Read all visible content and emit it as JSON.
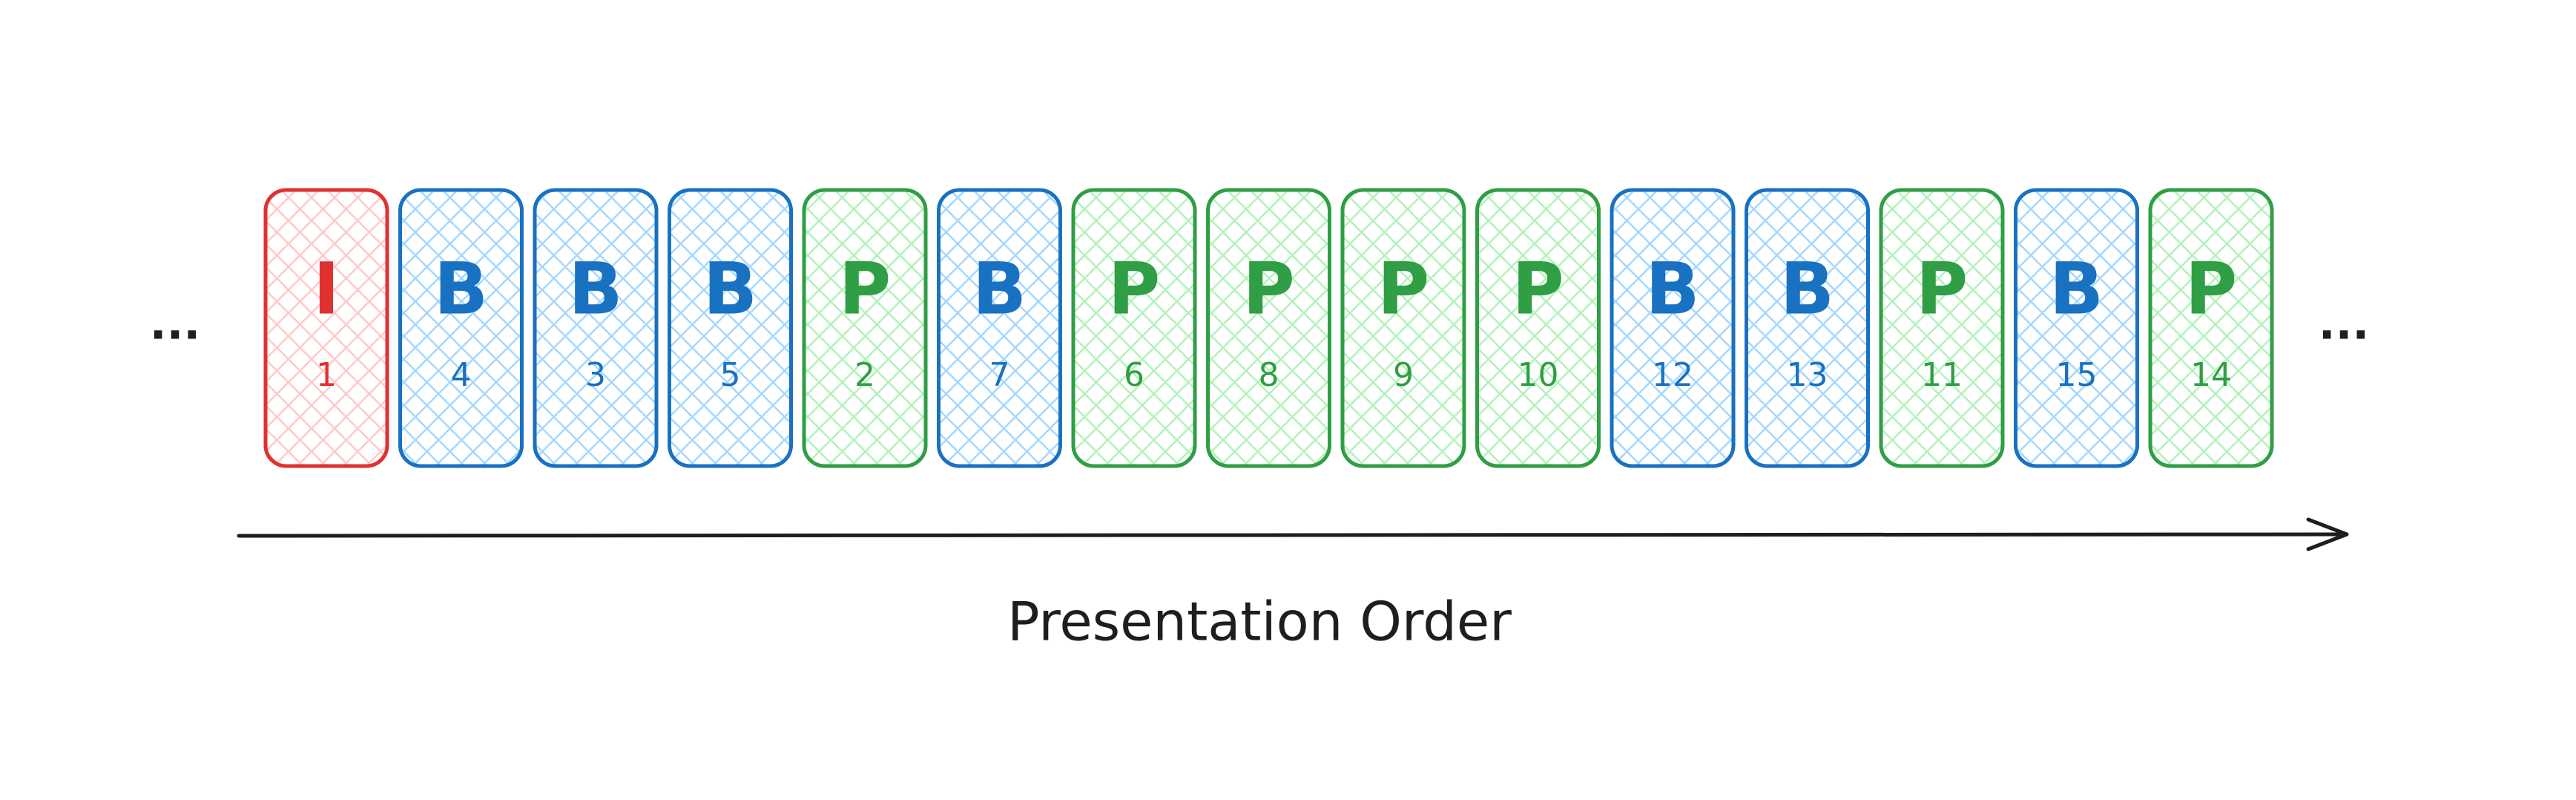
{
  "diagram": {
    "frames": [
      {
        "type": "I",
        "number": "1"
      },
      {
        "type": "B",
        "number": "4"
      },
      {
        "type": "B",
        "number": "3"
      },
      {
        "type": "B",
        "number": "5"
      },
      {
        "type": "P",
        "number": "2"
      },
      {
        "type": "B",
        "number": "7"
      },
      {
        "type": "P",
        "number": "6"
      },
      {
        "type": "P",
        "number": "8"
      },
      {
        "type": "P",
        "number": "9"
      },
      {
        "type": "P",
        "number": "10"
      },
      {
        "type": "B",
        "number": "12"
      },
      {
        "type": "B",
        "number": "13"
      },
      {
        "type": "P",
        "number": "11"
      },
      {
        "type": "B",
        "number": "15"
      },
      {
        "type": "P",
        "number": "14"
      }
    ],
    "ellipsis_left": "...",
    "ellipsis_right": "...",
    "axis_label": "Presentation Order",
    "colors": {
      "I": {
        "stroke": "#e03131",
        "fill": "#ffc9c9"
      },
      "B": {
        "stroke": "#1971c2",
        "fill": "#a5d8ff"
      },
      "P": {
        "stroke": "#2f9e44",
        "fill": "#b2f2bb"
      },
      "arrow": "#1e1e1e"
    }
  }
}
